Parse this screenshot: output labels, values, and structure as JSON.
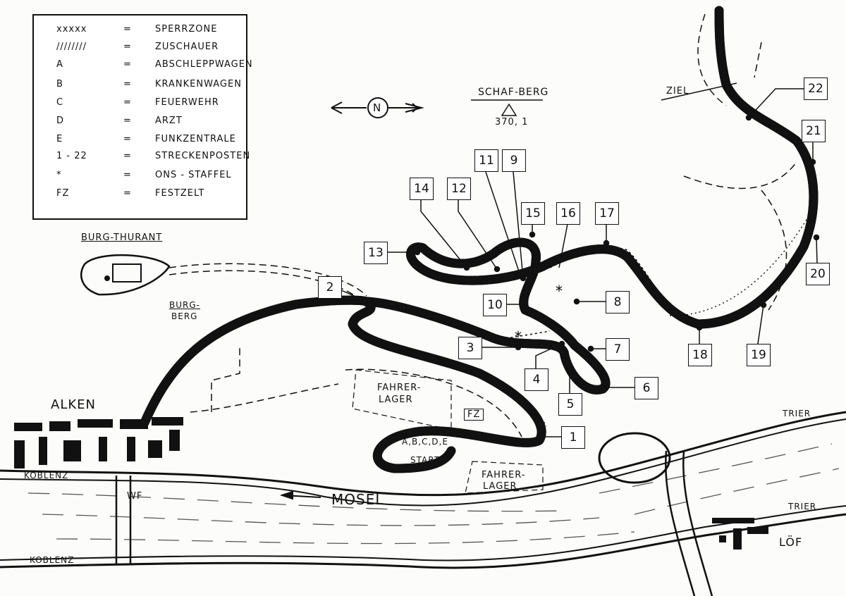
{
  "legend": {
    "items": [
      {
        "symbol": "xxxxx",
        "eq": "=",
        "label": "SPERRZONE"
      },
      {
        "symbol": "////////",
        "eq": "=",
        "label": "ZUSCHAUER"
      },
      {
        "symbol": "A",
        "eq": "=",
        "label": "ABSCHLEPPWAGEN"
      },
      {
        "symbol": "B",
        "eq": "=",
        "label": "KRANKENWAGEN"
      },
      {
        "symbol": "C",
        "eq": "=",
        "label": "FEUERWEHR"
      },
      {
        "symbol": "D",
        "eq": "=",
        "label": "ARZT"
      },
      {
        "symbol": "E",
        "eq": "=",
        "label": "FUNKZENTRALE"
      },
      {
        "symbol": "1 - 22",
        "eq": "=",
        "label": "STRECKENPOSTEN"
      },
      {
        "symbol": "*",
        "eq": "=",
        "label": "ONS - STAFFEL"
      },
      {
        "symbol": "FZ",
        "eq": "=",
        "label": "FESTZELT"
      }
    ]
  },
  "compass": {
    "label": "N"
  },
  "summit": {
    "name": "SCHAF-BERG",
    "elevation": "370, 1"
  },
  "places": {
    "burg_thurant": "BURG-THURANT",
    "burg_berg_1": "BURG-",
    "burg_berg_2": "BERG",
    "alken": "ALKEN",
    "loef": "LÖF",
    "mosel": "MOSEL",
    "koblenz_top": "KOBLENZ",
    "koblenz_bottom": "KOBLENZ",
    "trier_top": "TRIER",
    "trier_bottom": "TRIER",
    "wf": "WF",
    "ziel": "ZIEL",
    "fahrerlager_1a": "FAHRER-",
    "fahrerlager_1b": "LAGER",
    "fahrerlager_2a": "FAHRER-",
    "fahrerlager_2b": "LAGER",
    "fz": "FZ",
    "services": "A,B,C,D,E",
    "start": "START"
  },
  "posts": [
    "1",
    "2",
    "3",
    "4",
    "5",
    "6",
    "7",
    "8",
    "9",
    "10",
    "11",
    "12",
    "13",
    "14",
    "15",
    "16",
    "17",
    "18",
    "19",
    "20",
    "21",
    "22"
  ]
}
